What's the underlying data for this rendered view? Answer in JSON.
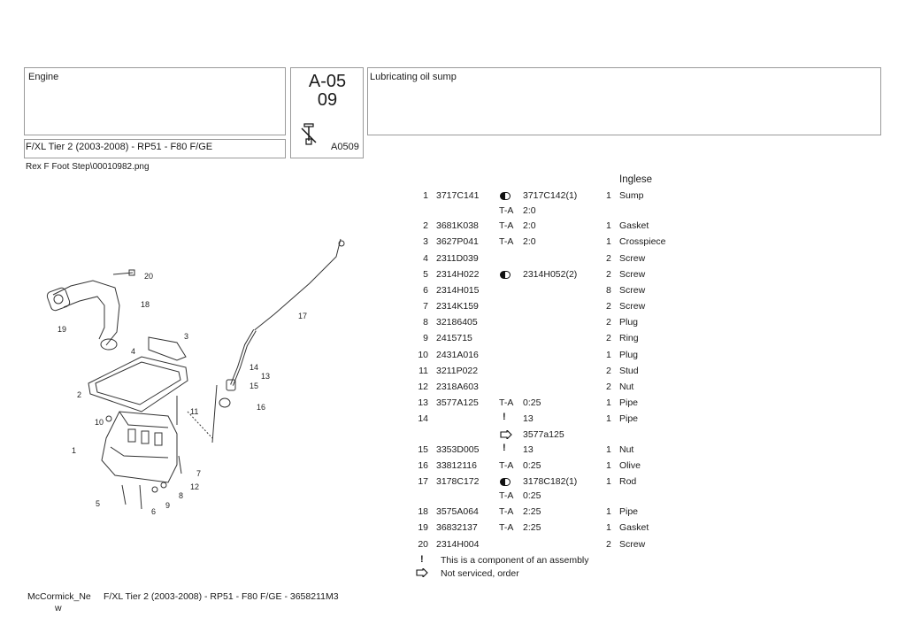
{
  "header": {
    "section": "Engine",
    "model": "F/XL Tier 2 (2003-2008) - RP51 - F80 F/GE",
    "code_line1": "A-05",
    "code_line2": "09",
    "code_small": "A0509",
    "title": "Lubricating oil sump",
    "image_file": "Rex F Foot Step\\00010982.png",
    "language": "Inglese"
  },
  "rows": [
    {
      "n": "1",
      "part": "3717C141",
      "icon": "half",
      "alt": "3717C142(1)",
      "qty": "1",
      "desc": "Sump"
    },
    {
      "n": "",
      "part": "",
      "icon": "",
      "ta": "T-A",
      "tv": "2:0",
      "alt": "",
      "qty": "",
      "desc": ""
    },
    {
      "n": "2",
      "part": "3681K038",
      "ta": "T-A",
      "tv": "2:0",
      "alt": "",
      "qty": "1",
      "desc": "Gasket"
    },
    {
      "n": "3",
      "part": "3627P041",
      "ta": "T-A",
      "tv": "2:0",
      "alt": "",
      "qty": "1",
      "desc": "Crosspiece"
    },
    {
      "n": "4",
      "part": "2311D039",
      "alt": "",
      "qty": "2",
      "desc": "Screw"
    },
    {
      "n": "5",
      "part": "2314H022",
      "icon": "half",
      "alt": "2314H052(2)",
      "qty": "2",
      "desc": "Screw"
    },
    {
      "n": "6",
      "part": "2314H015",
      "alt": "",
      "qty": "8",
      "desc": "Screw"
    },
    {
      "n": "7",
      "part": "2314K159",
      "alt": "",
      "qty": "2",
      "desc": "Screw"
    },
    {
      "n": "8",
      "part": "32186405",
      "alt": "",
      "qty": "2",
      "desc": "Plug"
    },
    {
      "n": "9",
      "part": "2415715",
      "alt": "",
      "qty": "2",
      "desc": "Ring"
    },
    {
      "n": "10",
      "part": "2431A016",
      "alt": "",
      "qty": "1",
      "desc": "Plug"
    },
    {
      "n": "11",
      "part": "3211P022",
      "alt": "",
      "qty": "2",
      "desc": "Stud"
    },
    {
      "n": "12",
      "part": "2318A603",
      "alt": "",
      "qty": "2",
      "desc": "Nut"
    },
    {
      "n": "13",
      "part": "3577A125",
      "ta": "T-A",
      "tv": "0:25",
      "alt": "",
      "qty": "1",
      "desc": "Pipe"
    },
    {
      "n": "14",
      "part": "",
      "icon": "excl",
      "alt": "13",
      "qty": "1",
      "desc": "Pipe"
    },
    {
      "n": "",
      "part": "",
      "icon": "arrow",
      "alt": "3577a125",
      "qty": "",
      "desc": ""
    },
    {
      "n": "15",
      "part": "3353D005",
      "icon": "excl",
      "alt": "13",
      "qty": "1",
      "desc": "Nut"
    },
    {
      "n": "16",
      "part": "33812116",
      "ta": "T-A",
      "tv": "0:25",
      "alt": "",
      "qty": "1",
      "desc": "Olive"
    },
    {
      "n": "17",
      "part": "3178C172",
      "icon": "half",
      "alt": "3178C182(1)",
      "qty": "1",
      "desc": "Rod"
    },
    {
      "n": "",
      "part": "",
      "ta": "T-A",
      "tv": "0:25",
      "alt": "",
      "qty": "",
      "desc": ""
    },
    {
      "n": "18",
      "part": "3575A064",
      "ta": "T-A",
      "tv": "2:25",
      "alt": "",
      "qty": "1",
      "desc": "Pipe"
    },
    {
      "n": "19",
      "part": "36832137",
      "ta": "T-A",
      "tv": "2:25",
      "alt": "",
      "qty": "1",
      "desc": "Gasket"
    },
    {
      "n": "20",
      "part": "2314H004",
      "alt": "",
      "qty": "2",
      "desc": "Screw"
    }
  ],
  "legend": [
    {
      "icon": "excl",
      "text": "This is a component of an assembly"
    },
    {
      "icon": "arrow",
      "text": "Not serviced, order"
    }
  ],
  "footer": {
    "brand_1": "McCormick_Ne",
    "brand_2": "w",
    "model_ref": "F/XL Tier 2 (2003-2008) - RP51 - F80 F/GE - 3658211M3"
  },
  "diagram_callouts": [
    "1",
    "2",
    "3",
    "4",
    "5",
    "6",
    "7",
    "8",
    "9",
    "10",
    "11",
    "12",
    "13",
    "14",
    "15",
    "16",
    "17",
    "18",
    "19",
    "20"
  ]
}
